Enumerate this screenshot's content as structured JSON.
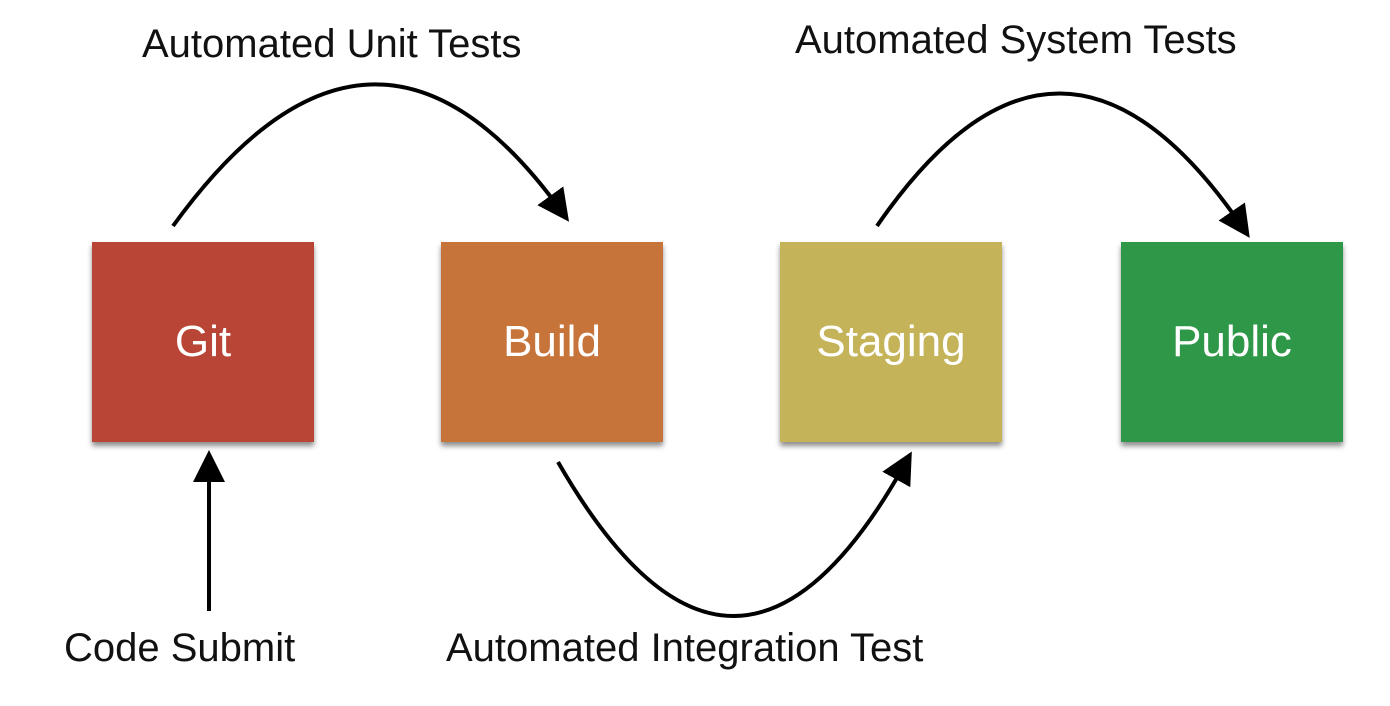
{
  "stages": [
    {
      "label": "Git",
      "color": "#b84535"
    },
    {
      "label": "Build",
      "color": "#c7743a"
    },
    {
      "label": "Staging",
      "color": "#c5b35a"
    },
    {
      "label": "Public",
      "color": "#2f9848"
    }
  ],
  "transitions": [
    {
      "from": "Git",
      "to": "Build",
      "label": "Automated Unit Tests"
    },
    {
      "from": "Build",
      "to": "Staging",
      "label": "Automated Integration Test"
    },
    {
      "from": "Staging",
      "to": "Public",
      "label": "Automated System Tests"
    }
  ],
  "entry": {
    "to": "Git",
    "label": "Code Submit"
  }
}
